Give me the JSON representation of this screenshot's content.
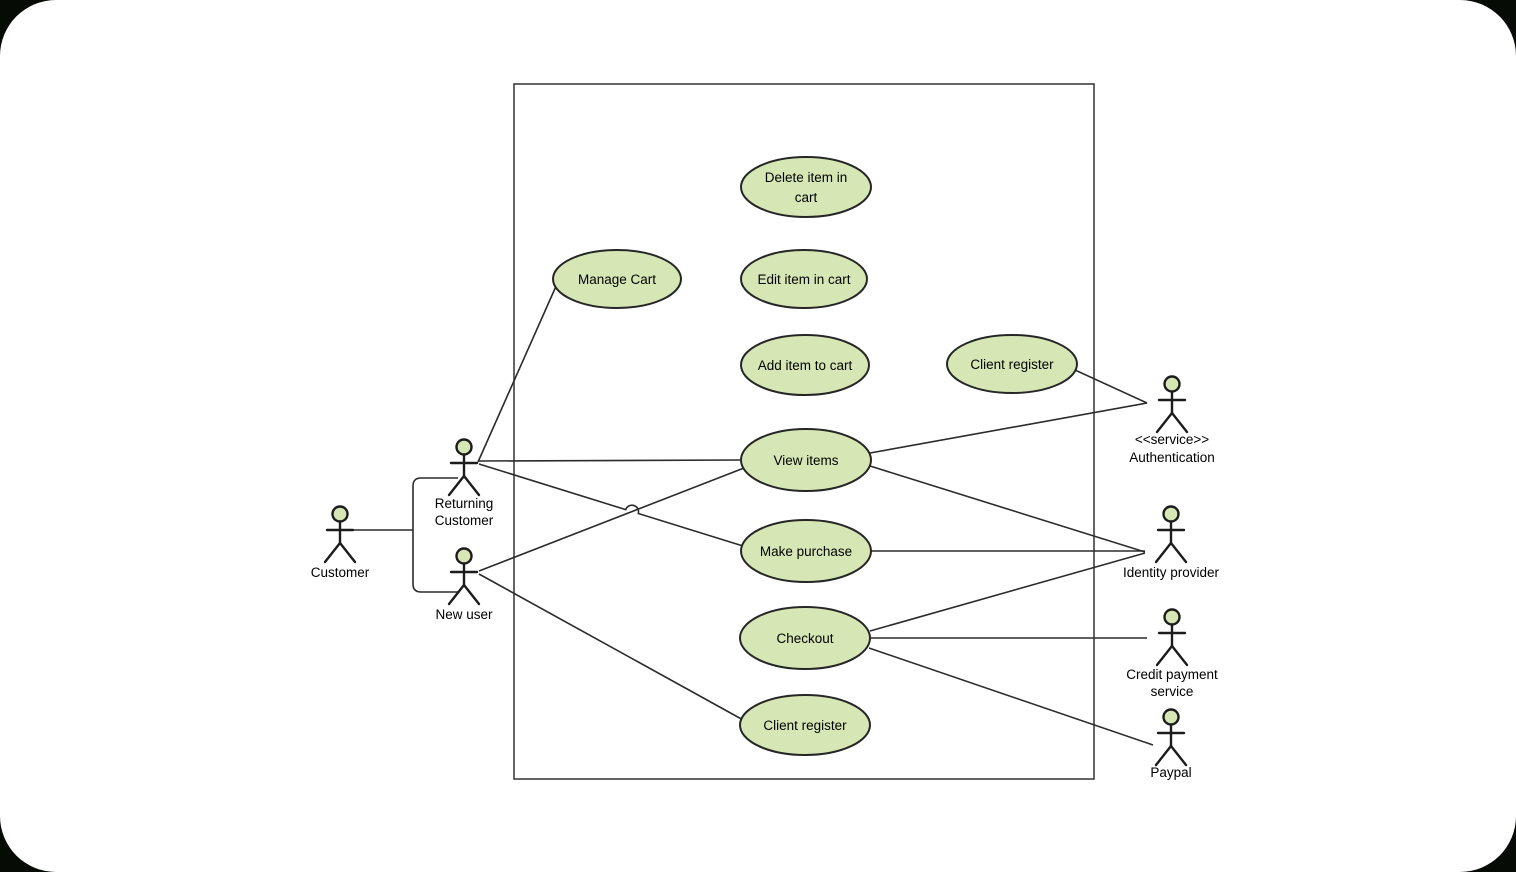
{
  "diagram_type": "uml-use-case-diagram",
  "colors": {
    "shape_fill": "#d6e7b5",
    "shape_stroke": "#262626",
    "connector": "#2b2b2b",
    "boundary_stroke": "#3f3f3f",
    "canvas": "#ffffff",
    "frame": "#060b06",
    "text": "#000000"
  },
  "use_cases": [
    {
      "id": "delete-item-in-cart",
      "label_lines": [
        "Delete item in",
        "cart"
      ]
    },
    {
      "id": "manage-cart",
      "label_lines": [
        "Manage Cart"
      ]
    },
    {
      "id": "edit-item-in-cart",
      "label_lines": [
        "Edit item in cart"
      ]
    },
    {
      "id": "add-item-to-cart",
      "label_lines": [
        "Add item to cart"
      ]
    },
    {
      "id": "client-register-auth",
      "label_lines": [
        "Client register"
      ]
    },
    {
      "id": "view-items",
      "label_lines": [
        "View items"
      ]
    },
    {
      "id": "make-purchase",
      "label_lines": [
        "Make purchase"
      ]
    },
    {
      "id": "checkout",
      "label_lines": [
        "Checkout"
      ]
    },
    {
      "id": "client-register",
      "label_lines": [
        "Client register"
      ]
    }
  ],
  "actors": [
    {
      "id": "customer",
      "label_lines": [
        "Customer"
      ]
    },
    {
      "id": "returning-customer",
      "label_lines": [
        "Returning",
        "Customer"
      ]
    },
    {
      "id": "new-user",
      "label_lines": [
        "New user"
      ]
    },
    {
      "id": "authentication",
      "label_lines": [
        "<<service>>",
        "Authentication"
      ]
    },
    {
      "id": "identity-provider",
      "label_lines": [
        "Identity provider"
      ]
    },
    {
      "id": "credit-payment-service",
      "label_lines": [
        "Credit payment",
        "service"
      ]
    },
    {
      "id": "paypal",
      "label_lines": [
        "Paypal"
      ]
    }
  ],
  "relationships": [
    {
      "from": "customer",
      "to": "returning-customer"
    },
    {
      "from": "customer",
      "to": "new-user"
    },
    {
      "from": "returning-customer",
      "to": "manage-cart"
    },
    {
      "from": "returning-customer",
      "to": "view-items"
    },
    {
      "from": "returning-customer",
      "to": "make-purchase"
    },
    {
      "from": "new-user",
      "to": "view-items"
    },
    {
      "from": "new-user",
      "to": "client-register"
    },
    {
      "from": "client-register-auth",
      "to": "authentication"
    },
    {
      "from": "view-items",
      "to": "authentication"
    },
    {
      "from": "view-items",
      "to": "identity-provider"
    },
    {
      "from": "make-purchase",
      "to": "identity-provider"
    },
    {
      "from": "checkout",
      "to": "identity-provider"
    },
    {
      "from": "checkout",
      "to": "credit-payment-service"
    },
    {
      "from": "checkout",
      "to": "paypal"
    }
  ]
}
